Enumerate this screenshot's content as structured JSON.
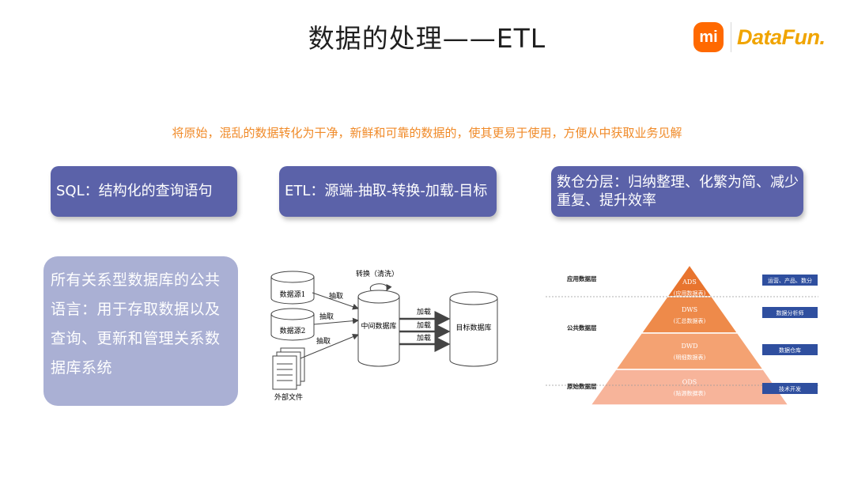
{
  "title": "数据的处理——ETL",
  "logos": {
    "mi": "mi",
    "datafun": "DataFun."
  },
  "subtitle": "将原始，混乱的数据转化为干净，新鲜和可靠的数据的，使其更易于使用，方便从中获取业务见解",
  "pills": {
    "sql": "SQL：结构化的查询语句",
    "etl": "ETL：源端-抽取-转换-加载-目标",
    "layer": "数仓分层：归纳整理、化繁为简、减少重复、提升效率"
  },
  "card_text": "所有关系型数据库的公共语言：用于存取数据以及查询、更新和管理关系数据库系统",
  "etl_diagram": {
    "transform": "转换（清洗）",
    "source1": "数据源1",
    "source2": "数据源2",
    "extract": "抽取",
    "middle_db": "中间数据库",
    "load": "加载",
    "target_db": "目标数据库",
    "external_files": "外部文件"
  },
  "pyramid": {
    "groups": [
      "应用数据层",
      "公共数据层",
      "原始数据层"
    ],
    "levels": [
      {
        "name": "ADS",
        "desc": "(应用数据表)",
        "color": "#e8742e"
      },
      {
        "name": "DWS",
        "desc": "(汇总数据表)",
        "color": "#ee8a4a"
      },
      {
        "name": "DWD",
        "desc": "(明细数据表)",
        "color": "#f4a272"
      },
      {
        "name": "ODS",
        "desc": "(贴源数据表)",
        "color": "#f7b49a"
      }
    ],
    "tags": [
      "运营、产品、数分",
      "数据分析师",
      "数据仓库",
      "技术开发"
    ],
    "tag_color": "#2f4f9f"
  }
}
